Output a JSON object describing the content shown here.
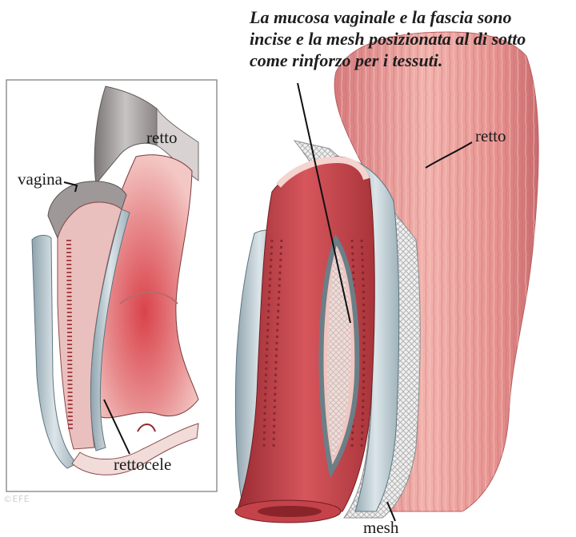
{
  "caption": {
    "line1": "La mucosa vaginale e la fascia sono",
    "line2": "incise e la mesh posizionata al di sotto",
    "line3": "come rinforzo per i tessuti."
  },
  "labels": {
    "inset_retto": "retto",
    "inset_vagina": "vagina",
    "inset_rettocele": "rettocele",
    "main_retto": "retto",
    "main_mesh": "mesh"
  },
  "watermark": "©EFE",
  "colors": {
    "mucosa": "#c9484f",
    "mucosa_dark": "#8e2a30",
    "fascia": "#b9c8cf",
    "muscle": "#e79a98",
    "rectum_gray": "#9a9494",
    "mesh": "#d9d9d9"
  }
}
